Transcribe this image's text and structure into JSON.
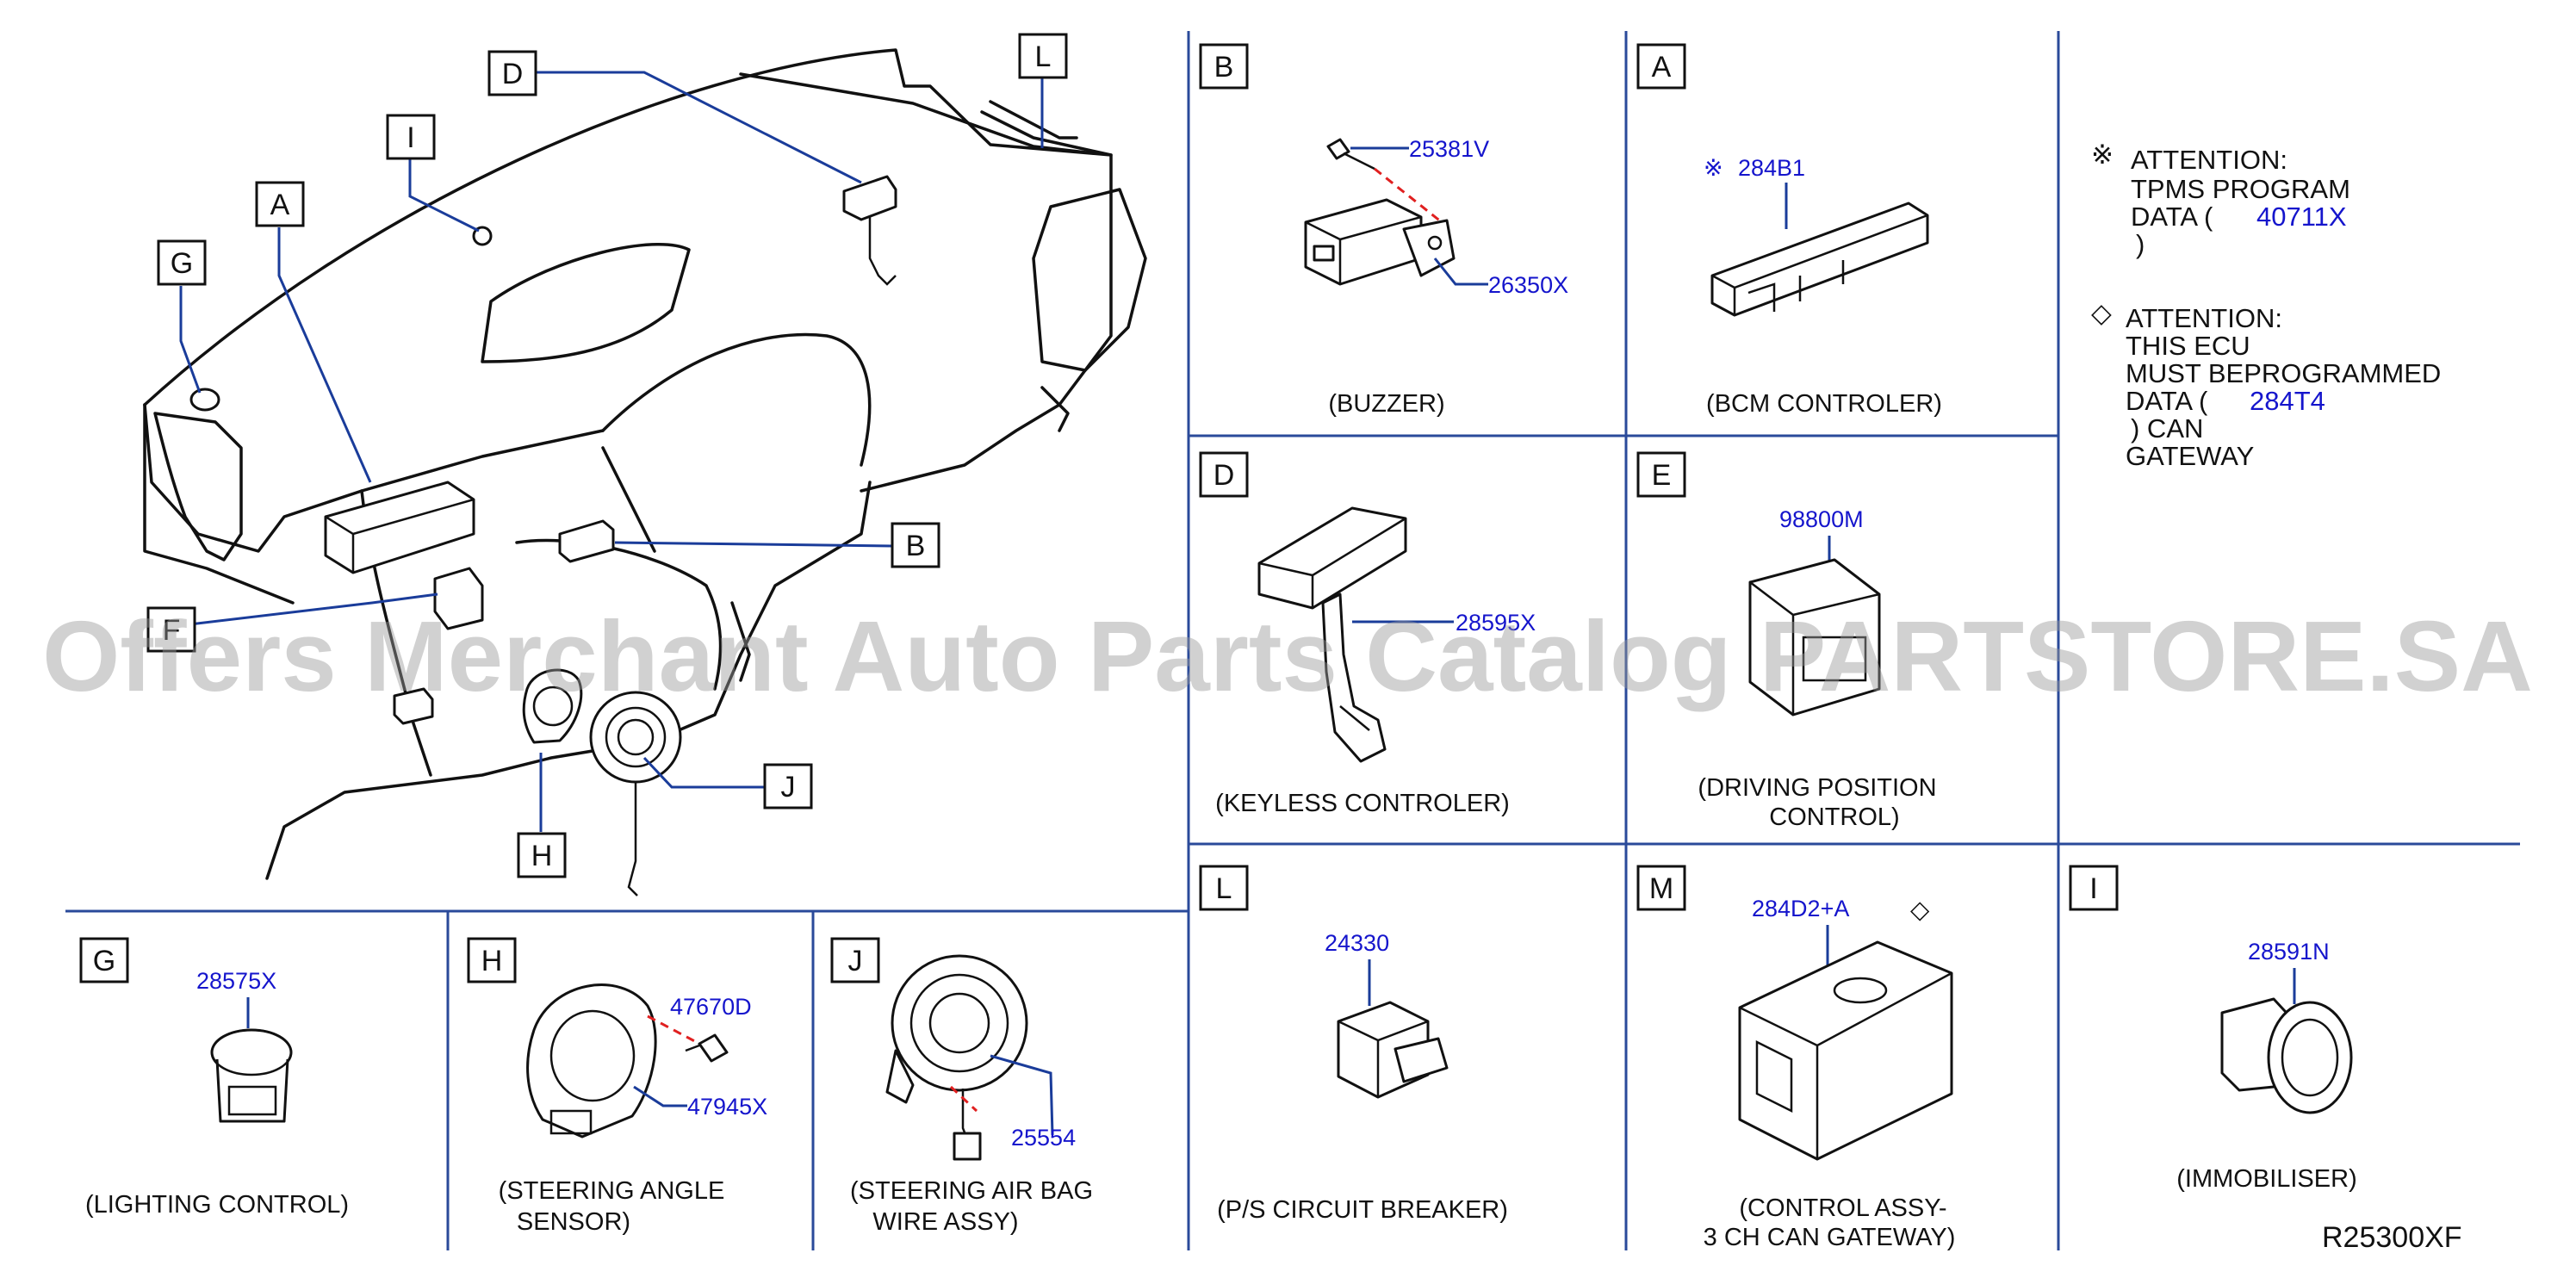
{
  "callouts": {
    "overview": [
      "D",
      "I",
      "L",
      "A",
      "G",
      "B",
      "F",
      "J",
      "H"
    ],
    "panels": [
      "B",
      "A",
      "D",
      "E",
      "G",
      "H",
      "J",
      "L",
      "M",
      "I"
    ]
  },
  "panels": {
    "buzzer": {
      "letter": "B",
      "caption": "(BUZZER)",
      "parts": [
        "25381V",
        "26350X"
      ]
    },
    "bcm": {
      "letter": "A",
      "caption": "(BCM   CONTROLER)",
      "parts": [
        "284B1"
      ],
      "mark": "※"
    },
    "keyless": {
      "letter": "D",
      "caption": "(KEYLESS   CONTROLER)",
      "parts": [
        "28595X"
      ]
    },
    "driving": {
      "letter": "E",
      "caption_lines": [
        "(DRIVING   POSITION",
        "CONTROL)"
      ],
      "parts": [
        "98800M"
      ]
    },
    "lighting": {
      "letter": "G",
      "caption": "(LIGHTING   CONTROL)",
      "parts": [
        "28575X"
      ]
    },
    "steering_sensor": {
      "letter": "H",
      "caption_lines": [
        "(STEERING   ANGLE",
        "SENSOR)"
      ],
      "parts": [
        "47670D",
        "47945X"
      ]
    },
    "airbag_wire": {
      "letter": "J",
      "caption_lines": [
        "(STEERING   AIR   BAG",
        "WIRE   ASSY)"
      ],
      "parts": [
        "25554"
      ]
    },
    "breaker": {
      "letter": "L",
      "caption": "(P/S   CIRCUIT   BREAKER)",
      "parts": [
        "24330"
      ]
    },
    "gateway": {
      "letter": "M",
      "caption_lines": [
        "(CONTROL   ASSY-",
        "3   CH   CAN   GATEWAY)"
      ],
      "parts": [
        "284D2+A"
      ],
      "mark": "◇"
    },
    "immobiliser": {
      "letter": "I",
      "caption": "(IMMOBILISER)",
      "parts": [
        "28591N"
      ]
    }
  },
  "notes": {
    "note1": {
      "mark": "※",
      "line1": "ATTENTION:",
      "line2": "TPMS   PROGRAM",
      "line3a": "DATA   (",
      "part": "40711X",
      "line4": ")"
    },
    "note2": {
      "mark": "◇",
      "line1": "ATTENTION:",
      "line2": "THIS   ECU",
      "line3": "MUST BEPROGRAMMED",
      "line4a": "DATA   (",
      "part": "284T4",
      "line5": ")   CAN",
      "line6": "GATEWAY"
    }
  },
  "reference": "R25300XF",
  "watermark": "Offers Merchant Auto Parts Catalog PARTSTORE.SA",
  "colors": {
    "part_number": "#1515cc",
    "leader": "#1a3c9a",
    "dashed_leader": "#e02020",
    "line": "#111111"
  }
}
